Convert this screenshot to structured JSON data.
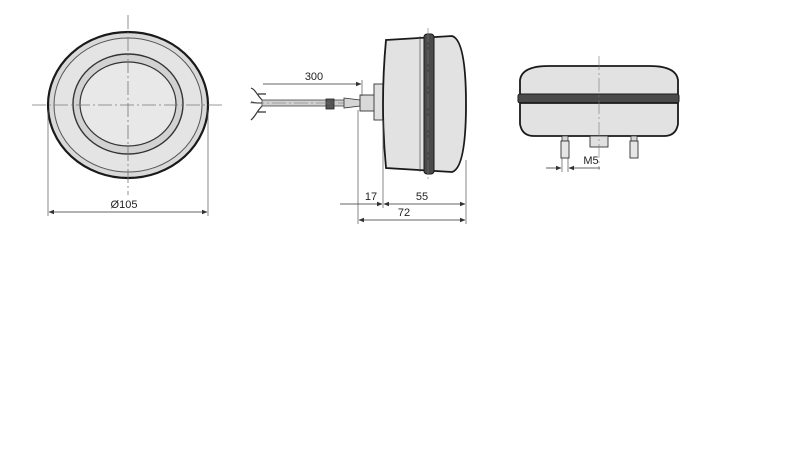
{
  "colors": {
    "body_fill": "#e6e6e6",
    "ring_fill": "#cfcfcf",
    "outline": "#1a1a1a",
    "seal": "#4a4a4a",
    "dimension_line": "#333333",
    "center_line": "#777777"
  },
  "front_view": {
    "diameter_label": "Ø105"
  },
  "side_view": {
    "cable_length_label": "300",
    "mount_depth_label": "17",
    "body_depth_label": "55",
    "total_depth_label": "72"
  },
  "bottom_view": {
    "thread_label": "M5"
  }
}
